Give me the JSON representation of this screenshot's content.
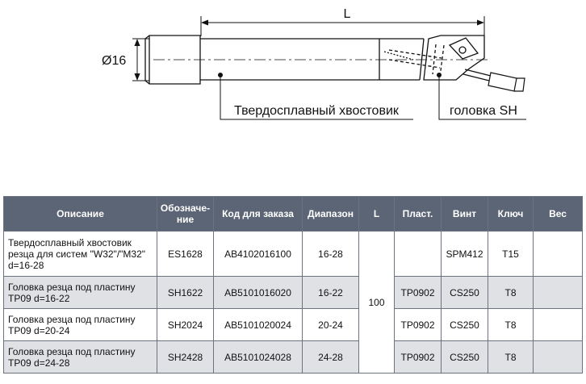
{
  "drawing": {
    "dimension_length": "L",
    "dimension_diameter": "Ø16",
    "label_shank": "Твердосплавный хвостовик",
    "label_head": "головка SH"
  },
  "table": {
    "headers": [
      "Описание",
      "Обозначе-ние",
      "Код для заказа",
      "Диапазон",
      "L",
      "Пласт.",
      "Винт",
      "Ключ",
      "Вес"
    ],
    "rows": [
      {
        "desc": "Твердосплавный хвостовик резца для систем \"W32\"/\"M32\" d=16-28",
        "designation": "ES1628",
        "order_code": "AB4102016100",
        "range": "16-28",
        "insert": "",
        "screw": "SPM412",
        "key": "T15",
        "weight": ""
      },
      {
        "desc": "Головка резца под пластину TP09 d=16-22",
        "designation": "SH1622",
        "order_code": "AB5101016020",
        "range": "16-22",
        "insert": "TP0902",
        "screw": "CS250",
        "key": "T8",
        "weight": ""
      },
      {
        "desc": "Головка  резца под пластину TP09 d=20-24",
        "designation": "SH2024",
        "order_code": "AB5101020024",
        "range": "20-24",
        "insert": "TP0902",
        "screw": "CS250",
        "key": "T8",
        "weight": ""
      },
      {
        "desc": "Головка резца под пластину TP09 d=24-28",
        "designation": "SH2428",
        "order_code": "AB5101024028",
        "range": "24-28",
        "insert": "TP0902",
        "screw": "CS250",
        "key": "T8",
        "weight": ""
      }
    ],
    "l_value": "100"
  }
}
